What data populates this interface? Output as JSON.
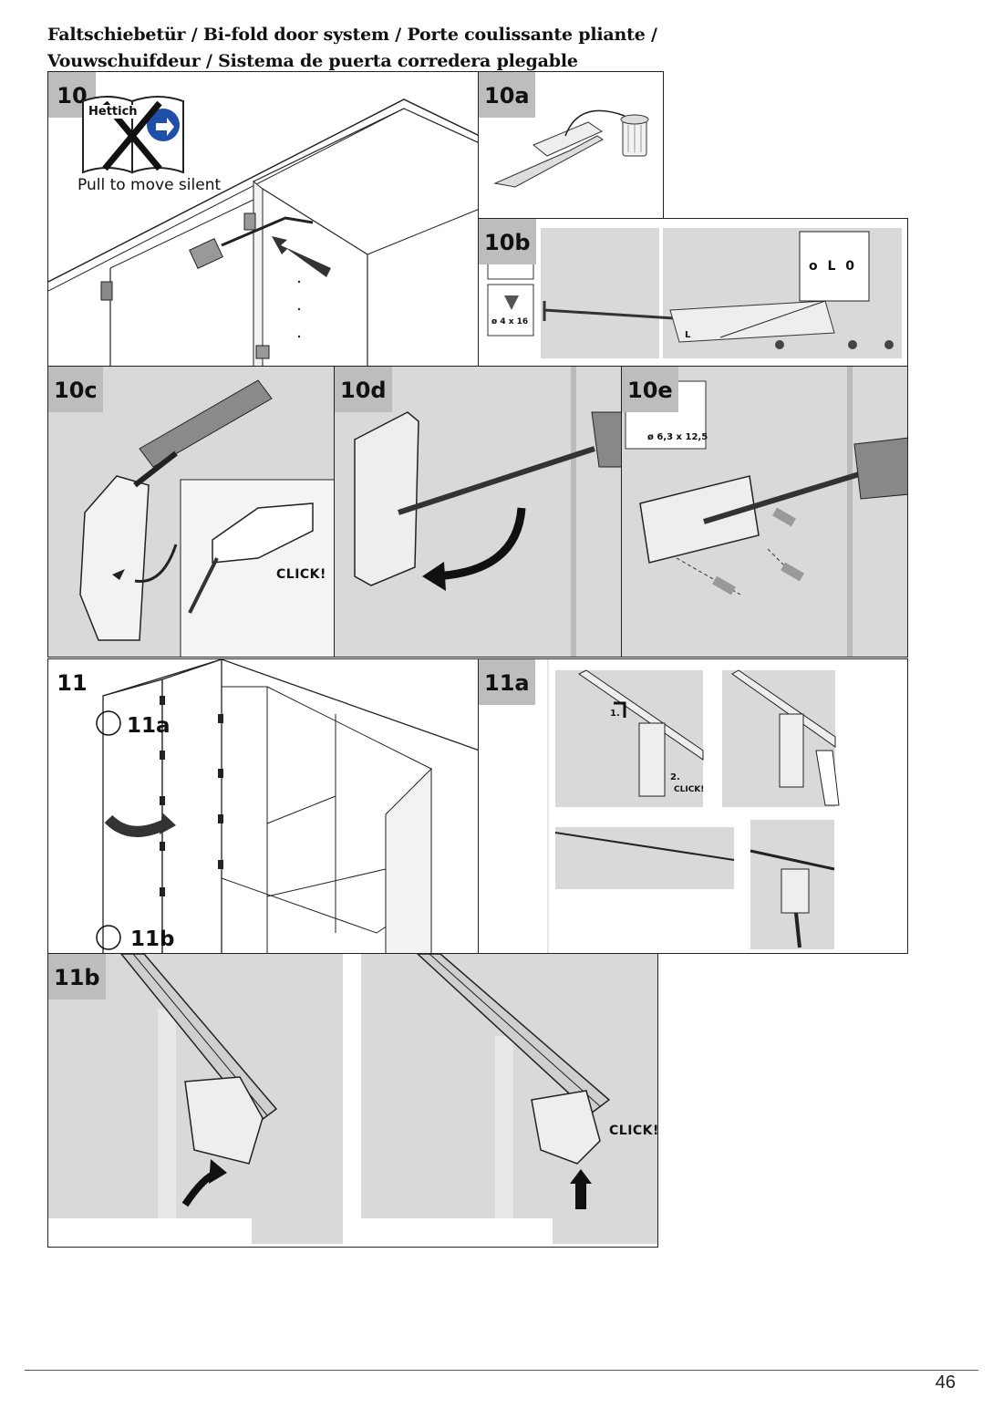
{
  "header": {
    "line1": "Faltschiebetür / Bi-fold door system / Porte coulissante pliante /",
    "line2": "Vouwschuifdeur / Sistema de puerta corredera plegable"
  },
  "panels": {
    "p10": {
      "step": "10",
      "brand": "Hettich",
      "caption": "Pull to move silent"
    },
    "p10a": {
      "step": "10a"
    },
    "p10b": {
      "step": "10b",
      "screw_size": "ø 4 x 16",
      "marking": "L",
      "detail_code": "o L 0"
    },
    "p10c": {
      "step": "10c",
      "click": "CLICK!"
    },
    "p10d": {
      "step": "10d"
    },
    "p10e": {
      "step": "10e",
      "screw_size": "ø 6,3 x 12,5"
    },
    "p11": {
      "step": "11",
      "callout_a": "11a",
      "callout_b": "11b"
    },
    "p11a": {
      "step": "11a",
      "step1": "1.",
      "step2": "2.",
      "click": "CLICK!"
    },
    "p11b": {
      "step": "11b",
      "click": "CLICK!"
    }
  },
  "footer": {
    "page_number": "46"
  },
  "colors": {
    "panel_bg": "#d9d9d9",
    "step_label_bg": "#bdbdbd",
    "line": "#222222"
  }
}
